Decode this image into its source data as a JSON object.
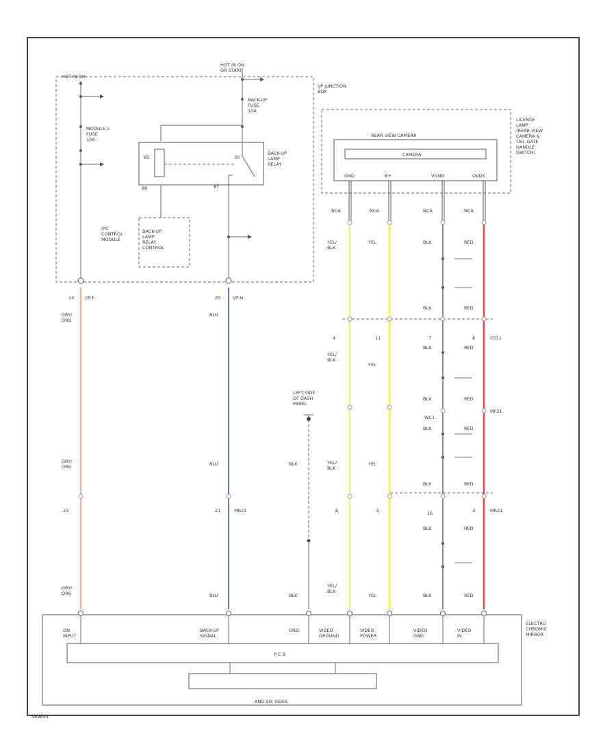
{
  "diagram_id": "489654",
  "colors": {
    "orange_wire": "#f2a98c",
    "blue_wire": "#6f6fe6",
    "yellow_wire": "#e9e96a",
    "yellow_wire2": "#f3f33a",
    "red_wire": "#ee4444",
    "line": "#555555"
  },
  "labels": {
    "hot_run_start": "HOT IN ON\nOR START",
    "hot_run": "HOT IN ON",
    "module2_fuse": "MODULE 2\nFUSE\n10A",
    "backup_fuse": "BACK-UP\nFUSE\n10A",
    "backup_relay": "BACK-UP\nLAMP\nRELAY",
    "ipjb": "I/P JUNCTION\nBOX",
    "ipc_module": "IPC\nCONTROL\nMODULE",
    "backup_relay_control": "BACK-UP\nLAMP\nRELAY\nCONTROL",
    "relay_pin_85": "85",
    "relay_pin_86": "86",
    "relay_pin_30": "30",
    "relay_pin_87": "87",
    "camera_outer": "REAR VIEW CAMERA",
    "camera_inner": "CAMERA",
    "camera_side": "LICENSE\nLAMP\n(REAR VIEW\nCAMERA &\nTAIL GATE\nHANDLE\nSWITCH)",
    "cam_pins": [
      "GND",
      "B+",
      "VGND",
      "OVDS"
    ],
    "nca": "NCA",
    "ipf_pin": "14",
    "ipf_conn": "I/P-F",
    "ipg_pin": "20",
    "ipg_conn": "I/P-G",
    "ground_label": "LEFT SIDE\nOF DASH\nPANEL",
    "mirror_side": "ELECTRO\nCHROMIC\nMIRROR",
    "pcb": "P C B",
    "mirror_inside": "AND SIX SIDES",
    "mirror_pins": [
      "ON\nINPUT",
      "BACK-UP\nSIGNAL",
      "GND",
      "VIDEO\nGROUND",
      "VIDEO\nPOWER",
      "VIDEO\nGND",
      "VIDEO\nIN"
    ],
    "conn_c511": "C511",
    "conn_c511_pins": [
      "4",
      "11",
      "7",
      "8"
    ],
    "conn_mid": "WC1",
    "conn_mid_right": "MF21",
    "conn_lower": "MR21",
    "conn_lower_pins": [
      "23",
      "21",
      "6",
      "5",
      "16",
      "3"
    ]
  },
  "wires": {
    "w1": [
      "GRY/\nORG",
      "GRY/\nORG",
      "GRY/\nORG"
    ],
    "w2": [
      "BLU",
      "BLU",
      "BLU"
    ],
    "w3": [
      "BLK",
      "BLK"
    ],
    "w4": [
      "YEL/\nBLK",
      "YEL/\nBLK",
      "YEL/\nBLK",
      "YEL/\nBLK"
    ],
    "w5": [
      "YEL",
      "YEL",
      "YEL",
      "YEL"
    ],
    "w6": [
      "BLK",
      "BLK",
      "BLK",
      "BLK",
      "BLK",
      "BLK",
      "BLK",
      "BLK"
    ],
    "w7": [
      "RED",
      "RED",
      "RED",
      "RED",
      "RED",
      "RED",
      "RED",
      "RED"
    ]
  }
}
